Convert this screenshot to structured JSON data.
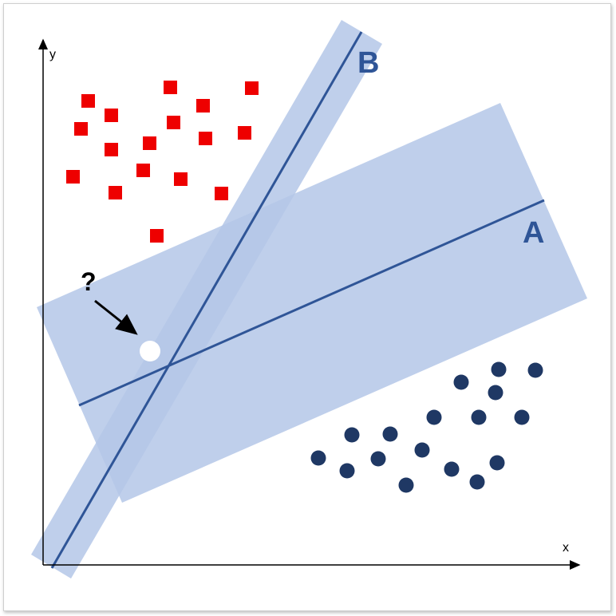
{
  "axes": {
    "x_label": "x",
    "y_label": "y"
  },
  "lines": [
    {
      "id": "A",
      "label": "A"
    },
    {
      "id": "B",
      "label": "B"
    }
  ],
  "query": {
    "label": "?"
  },
  "colors": {
    "class_square": "#ee0000",
    "class_circle": "#1f3864",
    "line": "#2f5597",
    "margin_band": "#b4c7e7",
    "query_point": "#ffffff",
    "axis": "#000000"
  },
  "legend_classes": [
    "square-class",
    "circle-class"
  ],
  "icon_names": {
    "arrow": "arrow-icon"
  }
}
